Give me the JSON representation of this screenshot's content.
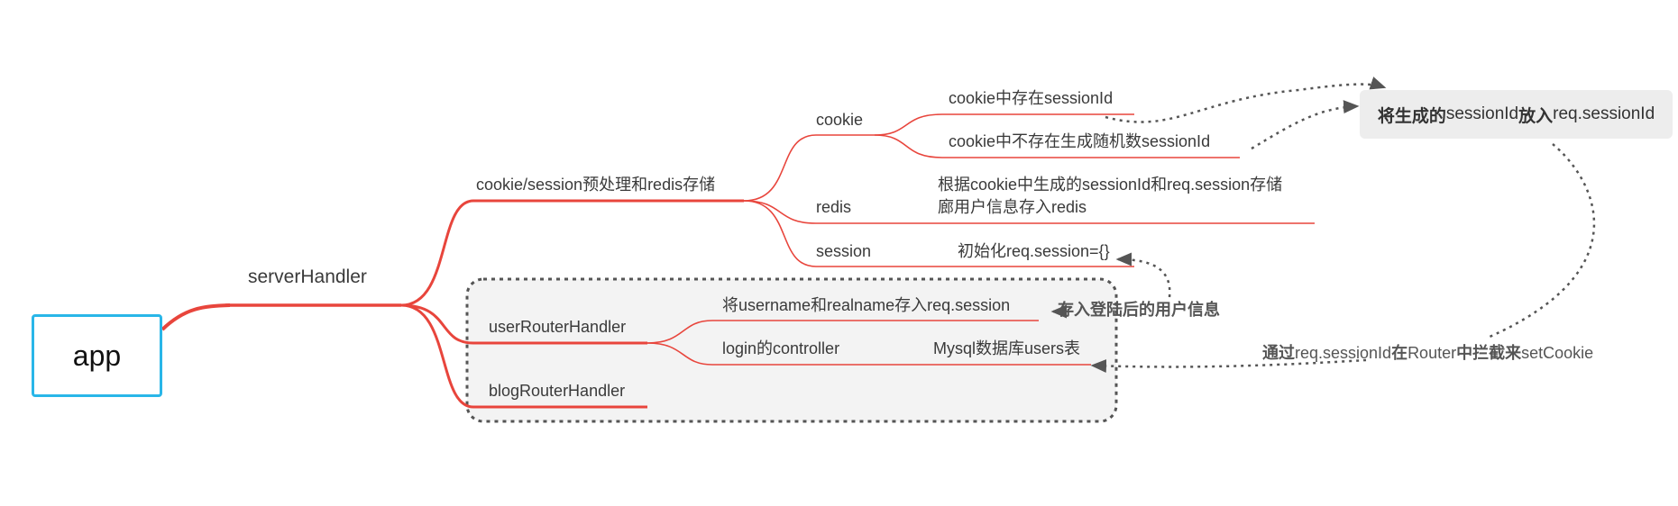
{
  "root": {
    "label": "app"
  },
  "main": {
    "label": "serverHandler",
    "branches": {
      "cookie_session": {
        "label": "cookie/session预处理和redis存储",
        "children": {
          "cookie": {
            "label": "cookie",
            "children": [
              "cookie中存在sessionId",
              "cookie中不存在生成随机数sessionId"
            ]
          },
          "redis": {
            "label": "redis",
            "detail_line1": "根据cookie中生成的sessionId和req.session存储",
            "detail_line2": "廊用户信息存入redis"
          },
          "session": {
            "label": "session",
            "detail": "初始化req.session={}"
          }
        }
      },
      "user_router": {
        "label": "userRouterHandler",
        "children": {
          "save_session": "将username和realname存入req.session",
          "login": {
            "label": "login的controller",
            "detail": "Mysql数据库users表"
          }
        }
      },
      "blog_router": {
        "label": "blogRouterHandler"
      }
    }
  },
  "notes": {
    "session_id_box": {
      "bold": "将生成的",
      "plain": "sessionId",
      "bold2": "放入",
      "plain2": "req.sessionId"
    },
    "save_user_info": "存入登陆后的用户信息",
    "intercept": {
      "bold1": "通过",
      "plain1": "req.sessionId",
      "bold2": "在",
      "plain2": "Router",
      "bold3": "中拦截来",
      "plain3": "setCookie"
    }
  },
  "colors": {
    "branch_line": "#e8453c",
    "root_border": "#29b6e8",
    "dashed": "#555555",
    "boundary_fill": "#f3f3f3"
  }
}
